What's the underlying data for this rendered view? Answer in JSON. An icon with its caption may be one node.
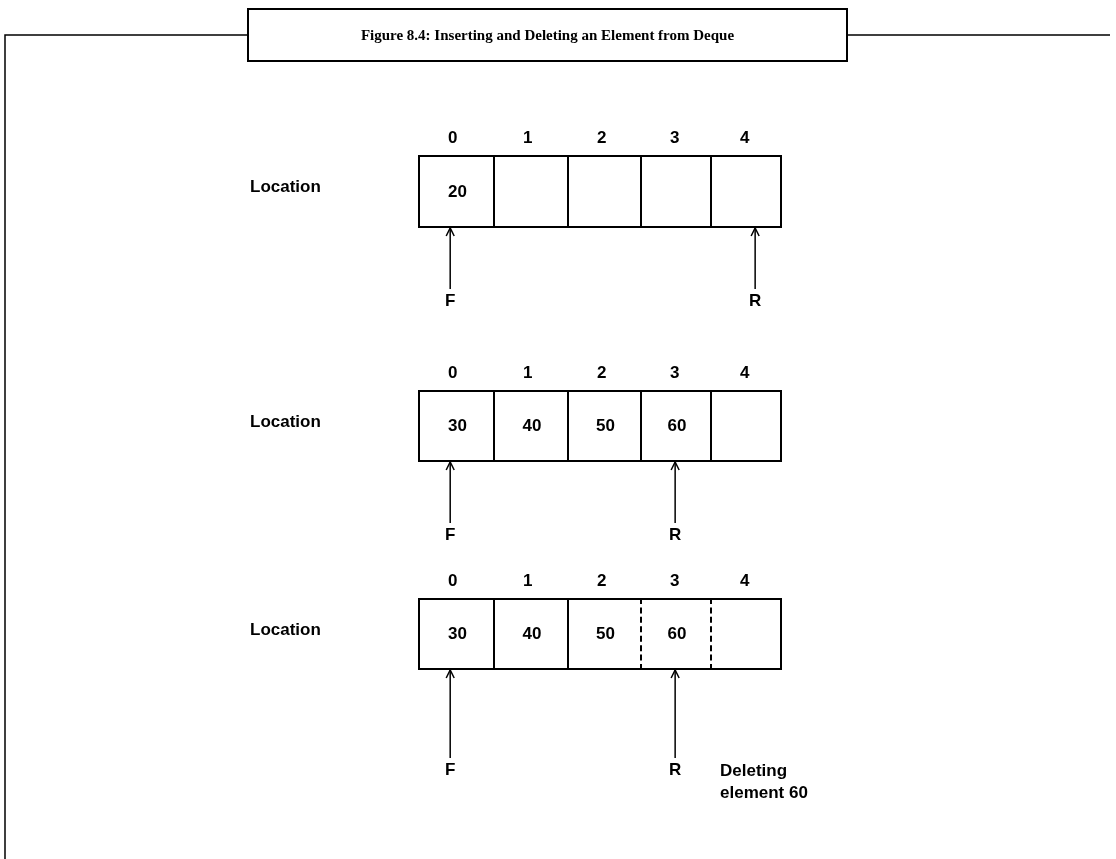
{
  "diagram": {
    "title": "Figure 8.4: Inserting and Deleting an Element from Deque",
    "nodes": [
      {
        "text": [
          "20"
        ]
      },
      {
        "text": [],
        "shape": "box"
      },
      {
        "text": [],
        "shape": "box"
      },
      {
        "text": [],
        "shape": "box"
      },
      {
        "text": [],
        "shape": "box"
      },
      {
        "text": [
          "F"
        ]
      },
      {
        "text": [
          "R"
        ]
      },
      {
        "text": [
          "30"
        ]
      },
      {
        "text": [
          "40"
        ]
      },
      {
        "text": [
          "50"
        ]
      },
      {
        "text": [
          "60"
        ]
      },
      {
        "text": [],
        "shape": "box"
      },
      {
        "text": [
          "F"
        ]
      },
      {
        "text": [
          "R"
        ]
      },
      {
        "text": [
          "30"
        ]
      },
      {
        "text": [
          "40"
        ]
      },
      {
        "text": [
          "50"
        ]
      },
      {
        "text": [
          "60"
        ]
      },
      {
        "text": [],
        "shape": "box"
      },
      {
        "text": [
          "F"
        ]
      },
      {
        "text": [
          "R"
        ]
      }
    ],
    "edges": [
      {
        "from": 5,
        "to": 0,
        "arrow": "to"
      },
      {
        "from": 6,
        "to": 4,
        "arrow": "to"
      },
      {
        "from": 12,
        "to": 7,
        "arrow": "to"
      },
      {
        "from": 13,
        "to": 10,
        "arrow": "to"
      },
      {
        "from": 19,
        "to": 14,
        "arrow": "to"
      },
      {
        "from": 20,
        "to": 17,
        "arrow": "to"
      }
    ],
    "labels": [
      "0",
      "1",
      "2",
      "3",
      "4",
      "Location",
      "0",
      "1",
      "2",
      "3",
      "4",
      "Location",
      "0",
      "1",
      "2",
      "3",
      "4",
      "Location",
      "Deleting element 60"
    ]
  }
}
